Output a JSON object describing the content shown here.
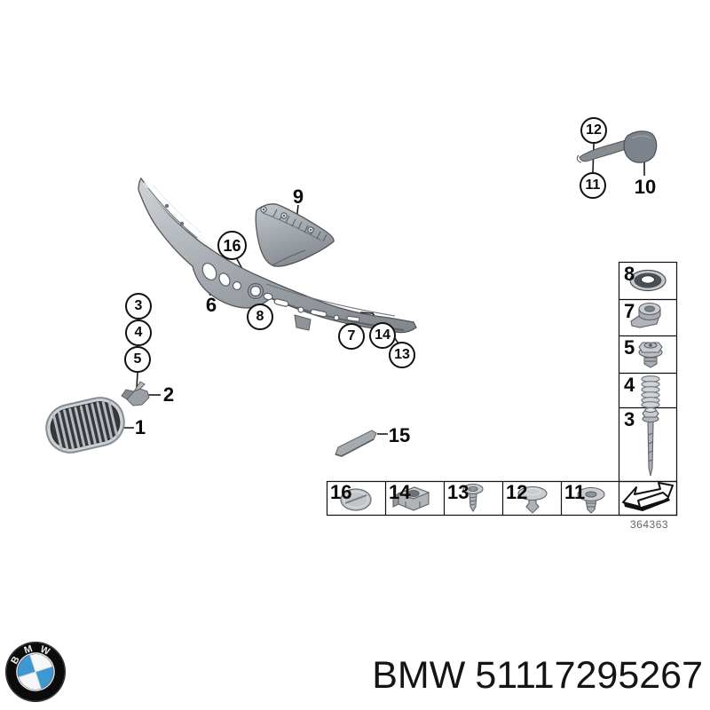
{
  "colors": {
    "background": "#ffffff",
    "line": "#1a1a1a",
    "part_fill_light": "#cdd1d5",
    "part_fill_dark": "#7e848a",
    "bmw_blue": "#3f97d2",
    "id_text": "#63666a"
  },
  "diagram": {
    "circled_callouts": [
      {
        "label": "12"
      },
      {
        "label": "11"
      },
      {
        "label": "16"
      },
      {
        "label": "8"
      },
      {
        "label": "3"
      },
      {
        "label": "4"
      },
      {
        "label": "5"
      },
      {
        "label": "7"
      },
      {
        "label": "14"
      },
      {
        "label": "13"
      }
    ],
    "plain_labels": [
      {
        "label": "9"
      },
      {
        "label": "10"
      },
      {
        "label": "6"
      },
      {
        "label": "2"
      },
      {
        "label": "1"
      },
      {
        "label": "15"
      }
    ],
    "legend_row_cells": [
      {
        "label": "16",
        "icon": "cap-plug-icon"
      },
      {
        "label": "14",
        "icon": "cage-nut-icon"
      },
      {
        "label": "13",
        "icon": "screw-icon"
      },
      {
        "label": "12",
        "icon": "rivet-clip-icon"
      },
      {
        "label": "11",
        "icon": "expanding-rivet-icon"
      }
    ],
    "legend_col_cells": [
      {
        "label": "8",
        "icon": "washer-icon"
      },
      {
        "label": "7",
        "icon": "grommet-icon"
      },
      {
        "label": "5",
        "icon": "plug-screw-icon"
      },
      {
        "label": "4",
        "icon": "spring-icon"
      },
      {
        "label": "3",
        "icon": "long-screw-icon"
      }
    ],
    "arrow_cell_icon": "direction-arrow-icon",
    "drawing_id": "364363"
  },
  "footer": {
    "brand": "BMW",
    "part_number": "51117295267"
  }
}
